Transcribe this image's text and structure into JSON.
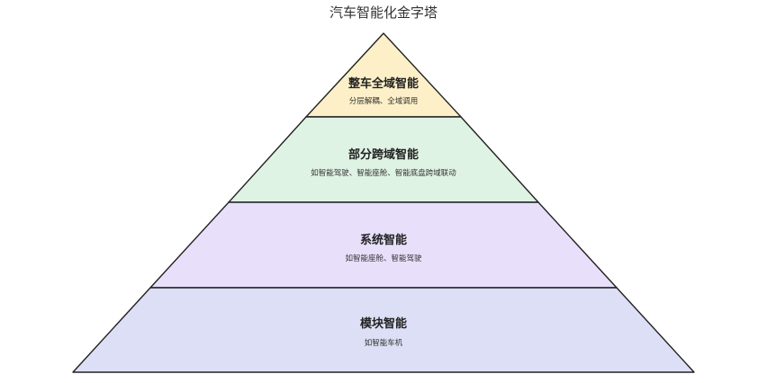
{
  "title": "汽车智能化金字塔",
  "layers": [
    {
      "name": "整车全域智能",
      "desc": "分层解耦、全域调用",
      "color": "#fdf0c8"
    },
    {
      "name": "部分跨域智能",
      "desc": "如智能驾驶、智能座舱、智能底盘跨域联动",
      "color": "#dff3e4"
    },
    {
      "name": "系统智能",
      "desc": "如智能座舱、智能驾驶",
      "color": "#e8e0fb"
    },
    {
      "name": "模块智能",
      "desc": "如智能车机",
      "color": "#dcdff5"
    }
  ]
}
